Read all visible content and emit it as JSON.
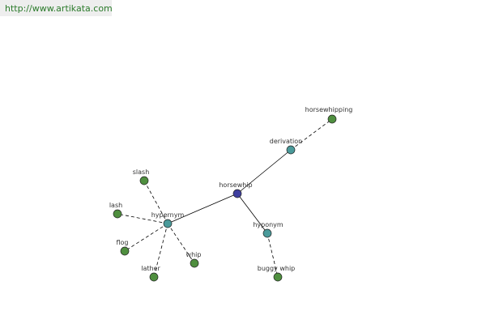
{
  "header": {
    "url": "http://www.artikata.com"
  },
  "colors": {
    "center_node": "#3f3f9f",
    "relation_node": "#4a9a9a",
    "word_node": "#4f8f3f",
    "edge": "#000000",
    "url_text": "#2a7a2a"
  },
  "graph": {
    "center": {
      "label": "horsewhip"
    },
    "relations": [
      {
        "id": "derivation",
        "label": "derivation"
      },
      {
        "id": "hypernym",
        "label": "hypernym"
      },
      {
        "id": "hyponym",
        "label": "hyponym"
      }
    ],
    "words": [
      {
        "id": "horsewhipping",
        "label": "horsewhipping",
        "relation": "derivation"
      },
      {
        "id": "slash",
        "label": "slash",
        "relation": "hypernym"
      },
      {
        "id": "lash",
        "label": "lash",
        "relation": "hypernym"
      },
      {
        "id": "flog",
        "label": "flog",
        "relation": "hypernym"
      },
      {
        "id": "lather",
        "label": "lather",
        "relation": "hypernym"
      },
      {
        "id": "whip",
        "label": "whip",
        "relation": "hypernym"
      },
      {
        "id": "buggy-whip",
        "label": "buggy whip",
        "relation": "hyponym"
      }
    ]
  }
}
